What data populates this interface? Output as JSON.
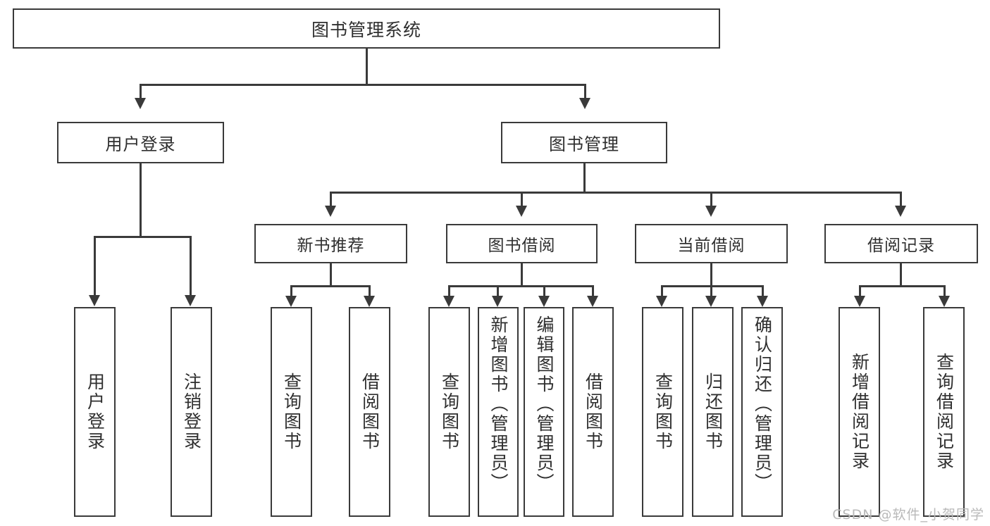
{
  "diagram": {
    "title": "图书管理系统",
    "watermark": "CSDN @软件_小贺同学",
    "root": {
      "label": "图书管理系统"
    },
    "level2": [
      {
        "label": "用户登录"
      },
      {
        "label": "图书管理"
      }
    ],
    "level3": [
      {
        "label": "新书推荐"
      },
      {
        "label": "图书借阅"
      },
      {
        "label": "当前借阅"
      },
      {
        "label": "借阅记录"
      }
    ],
    "leaves": {
      "user_login": [
        {
          "label": "用户登录"
        },
        {
          "label": "注销登录"
        }
      ],
      "new_book": [
        {
          "label": "查询图书"
        },
        {
          "label": "借阅图书"
        }
      ],
      "book_borrow": [
        {
          "label": "查询图书"
        },
        {
          "label": "新增图书（管理员）"
        },
        {
          "label": "编辑图书（管理员）"
        },
        {
          "label": "借阅图书"
        }
      ],
      "current_borrow": [
        {
          "label": "查询图书"
        },
        {
          "label": "归还图书"
        },
        {
          "label": "确认归还（管理员）"
        }
      ],
      "borrow_record": [
        {
          "label": "新增借阅记录"
        },
        {
          "label": "查询借阅记录"
        }
      ]
    }
  },
  "colors": {
    "stroke": "#3a3a3a",
    "background": "#ffffff",
    "text": "#2f2f2f",
    "watermark": "#b9b9b9"
  }
}
